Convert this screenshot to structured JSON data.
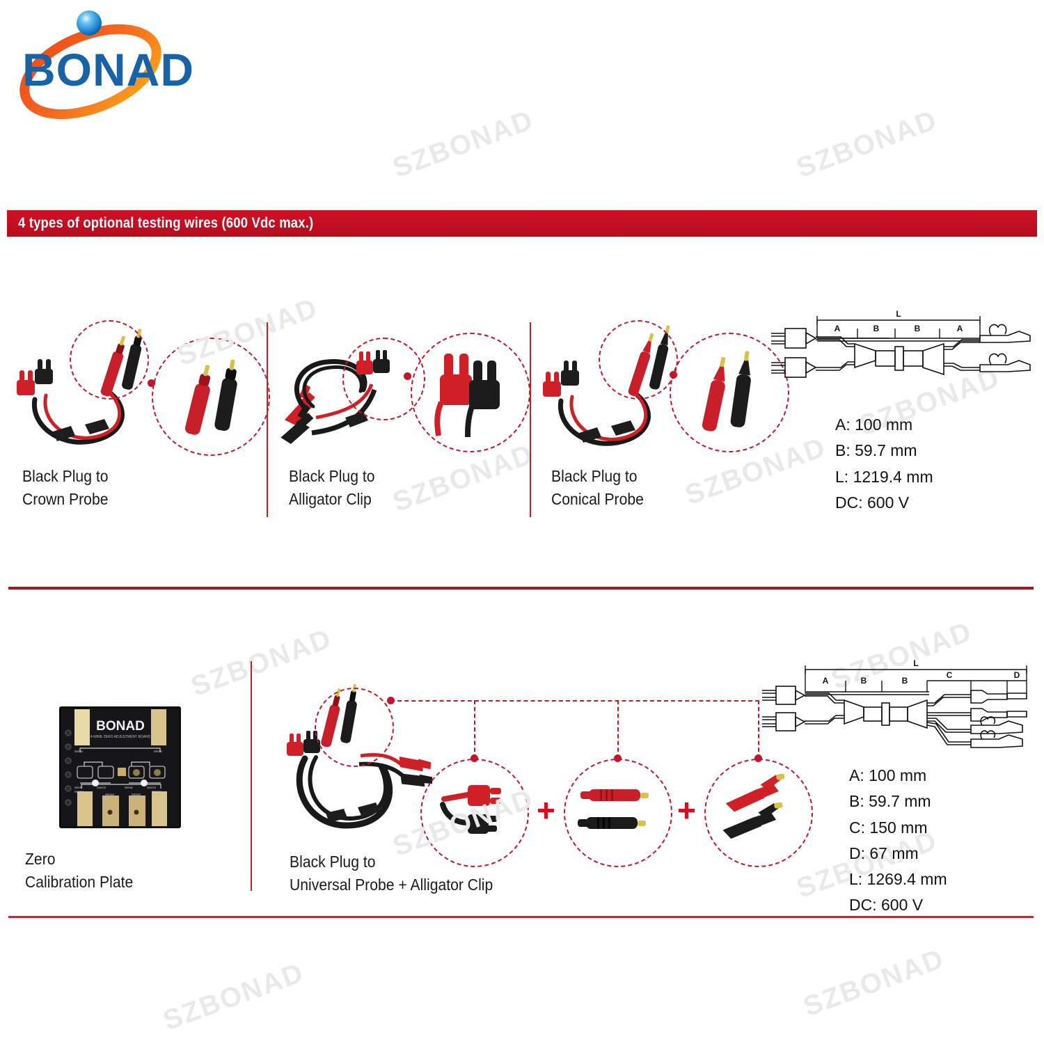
{
  "brand": {
    "logo_text": "BONAD",
    "watermark_text": "SZBONAD"
  },
  "banner": {
    "title": "4 types of optional testing wires (600 Vdc max.)"
  },
  "section_top": {
    "items": [
      {
        "id": "crown-probe",
        "label_line1": "Black Plug to",
        "label_line2": "Crown Probe",
        "photo": "test-lead-crown-probe",
        "callout": "crown-probe-closeup"
      },
      {
        "id": "alligator-clip",
        "label_line1": "Black Plug to",
        "label_line2": "Alligator Clip",
        "photo": "test-lead-alligator-clip",
        "callout": "banana-plug-closeup"
      },
      {
        "id": "conical-probe",
        "label_line1": "Black Plug to",
        "label_line2": "Conical Probe",
        "photo": "test-lead-conical-probe",
        "callout": "conical-probe-closeup"
      }
    ],
    "diagram": {
      "name": "2-wire-kelvin-clip-drawing",
      "markers": [
        "L",
        "A",
        "B",
        "B",
        "A"
      ]
    },
    "specs": [
      "A: 100 mm",
      "B: 59.7 mm",
      "L: 1219.4 mm",
      "DC: 600 V"
    ]
  },
  "section_bottom": {
    "calibration": {
      "label_line1": "Zero",
      "label_line2": "Calibration Plate",
      "board_title": "BONAD",
      "board_subtitle": "4-WIRE ZERO ADJUSTMENT BOARD",
      "photo": "zero-calibration-plate"
    },
    "kit": {
      "label_line1": "Black Plug to",
      "label_line2": "Universal Probe + Alligator Clip",
      "photo": "test-lead-universal-kit",
      "callouts": [
        "banana-plug-pair-closeup",
        "universal-probe-pair-closeup",
        "alligator-clip-pair-closeup"
      ],
      "combiner_symbol": "+"
    },
    "diagram": {
      "name": "4-wire-kelvin-kit-drawing",
      "markers": [
        "L",
        "A",
        "B",
        "B",
        "C",
        "D"
      ]
    },
    "specs": [
      "A: 100 mm",
      "B: 59.7 mm",
      "C: 150 mm",
      "D: 67 mm",
      "L: 1269.4 mm",
      "DC: 600 V"
    ]
  },
  "colors": {
    "banner_red": "#c8102e",
    "divider_red": "#9e1b20",
    "dash_red": "#c0172b",
    "logo_blue": "#1763a6",
    "logo_orange": "#f37021",
    "probe_red": "#c8202a",
    "probe_black": "#1b1b1b"
  }
}
